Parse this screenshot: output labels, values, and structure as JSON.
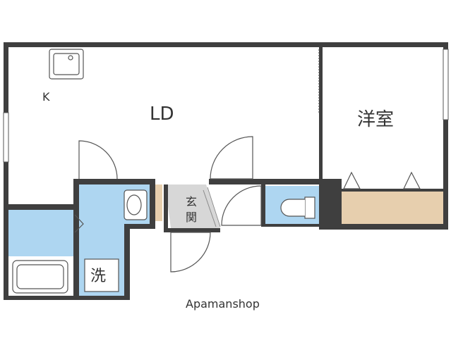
{
  "rooms": {
    "kitchen": "K",
    "living_dining": "LD",
    "western_room": "洋室",
    "entrance_top": "玄",
    "entrance_bottom": "関",
    "washroom": "洗"
  },
  "watermark": "Apamanshop",
  "colors": {
    "wall": "#3f3f3f",
    "water_area": "#aed6f1",
    "closet": "#e7cfae",
    "entrance_floor": "#d7d7d7",
    "fixture_stroke": "#555555"
  }
}
